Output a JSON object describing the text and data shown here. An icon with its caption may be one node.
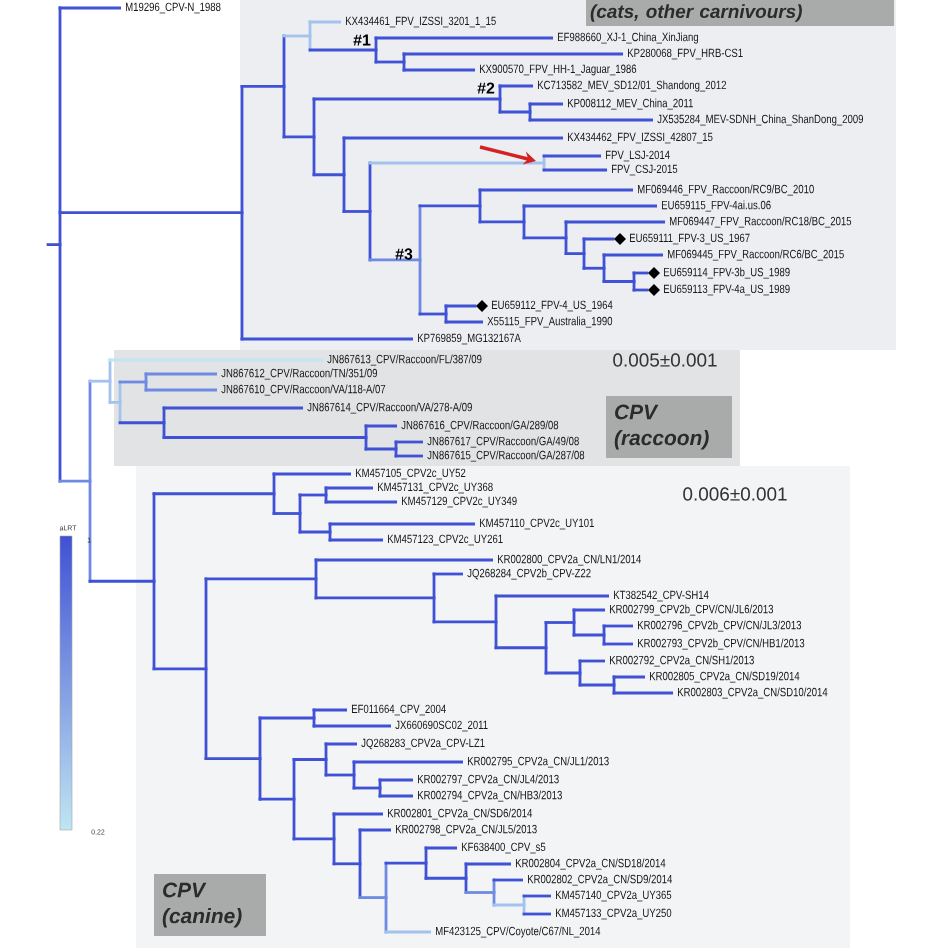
{
  "diagram": {
    "nodes": [
      {
        "text": [
          "(cats, other carnivours)"
        ]
      },
      {
        "text": [
          "CPV (raccoon)"
        ]
      },
      {
        "text": [
          "CPV (canine)"
        ]
      }
    ],
    "labels": [
      "M19296_CPV-N_1988",
      "KX434461_FPV_IZSSI_3201_1_15",
      "EF988660_XJ-1_China_XinJiang",
      "#1",
      "KP280068_FPV_HRB-CS1",
      "KX900570_FPV_HH-1_Jaguar_1986",
      "#2",
      "KC713582_MEV_SD12/01_Shandong_2012",
      "KP008112_MEV_China_2011",
      "JX535284_MEV-SDNH_China_ShanDong_2009",
      "KX434462_FPV_IZSSI_42807_15",
      "FPV_LSJ-2014",
      "FPV_CSJ-2015",
      "MF069446_FPV_Raccoon/RC9/BC_2010",
      "EU659115_FPV-4ai.us.06",
      "MF069447_FPV_Raccoon/RC18/BC_2015",
      "EU659111_FPV-3_US_1967",
      "MF069445_FPV_Raccoon/RC6/BC_2015",
      "#3",
      "EU659114_FPV-3b_US_1989",
      "EU659113_FPV-4a_US_1989",
      "EU659112_FPV-4_US_1964",
      "X55115_FPV_Australia_1990",
      "KP769859_MG132167A",
      "JN867613_CPV/Raccoon/FL/387/09",
      "0.005±0.001",
      "JN867612_CPV/Raccoon/TN/351/09",
      "JN867610_CPV/Raccoon/VA/118-A/07",
      "JN867614_CPV/Raccoon/VA/278-A/09",
      "JN867616_CPV/Raccoon/GA/289/08",
      "JN867617_CPV/Raccoon/GA/49/08",
      "JN867615_CPV/Raccoon/GA/287/08",
      "KM457105_CPV2c_UY52",
      "KM457131_CPV2c_UY368",
      "0.006±0.001",
      "KM457129_CPV2c_UY349",
      "KM457110_CPV2c_UY101",
      "aLRT",
      "1",
      "KM457123_CPV2c_UY261",
      "KR002800_CPV2a_CN/LN1/2014",
      "JQ268284_CPV2b_CPV-Z22",
      "KT382542_CPV-SH14",
      "KR002799_CPV2b_CPV/CN/JL6/2013",
      "KR002796_CPV2b_CPV/CN/JL3/2013",
      "KR002793_CPV2b_CPV/CN/HB1/2013",
      "KR002792_CPV2a_CN/SH1/2013",
      "KR002805_CPV2a_CN/SD19/2014",
      "KR002803_CPV2a_CN/SD10/2014",
      "EF011664_CPV_2004",
      "JX660690SC02_2011",
      "JQ268283_CPV2a_CPV-LZ1",
      "KR002795_CPV2a_CN/JL1/2013",
      "KR002797_CPV2a_CN/JL4/2013",
      "KR002794_CPV2a_CN/HB3/2013",
      "KR002801_CPV2a_CN/SD6/2014",
      "KR002798_CPV2a_CN/JL5/2013",
      "0.22",
      "KF638400_CPV_s5",
      "KR002804_CPV2a_CN/SD18/2014",
      "KR002802_CPV2a_CN/SD9/2014",
      "KM457140_CPV2a_UY365",
      "KM457133_CPV2a_UY250",
      "MF423125_CPV/Coyote/C67/NL_2014"
    ]
  }
}
